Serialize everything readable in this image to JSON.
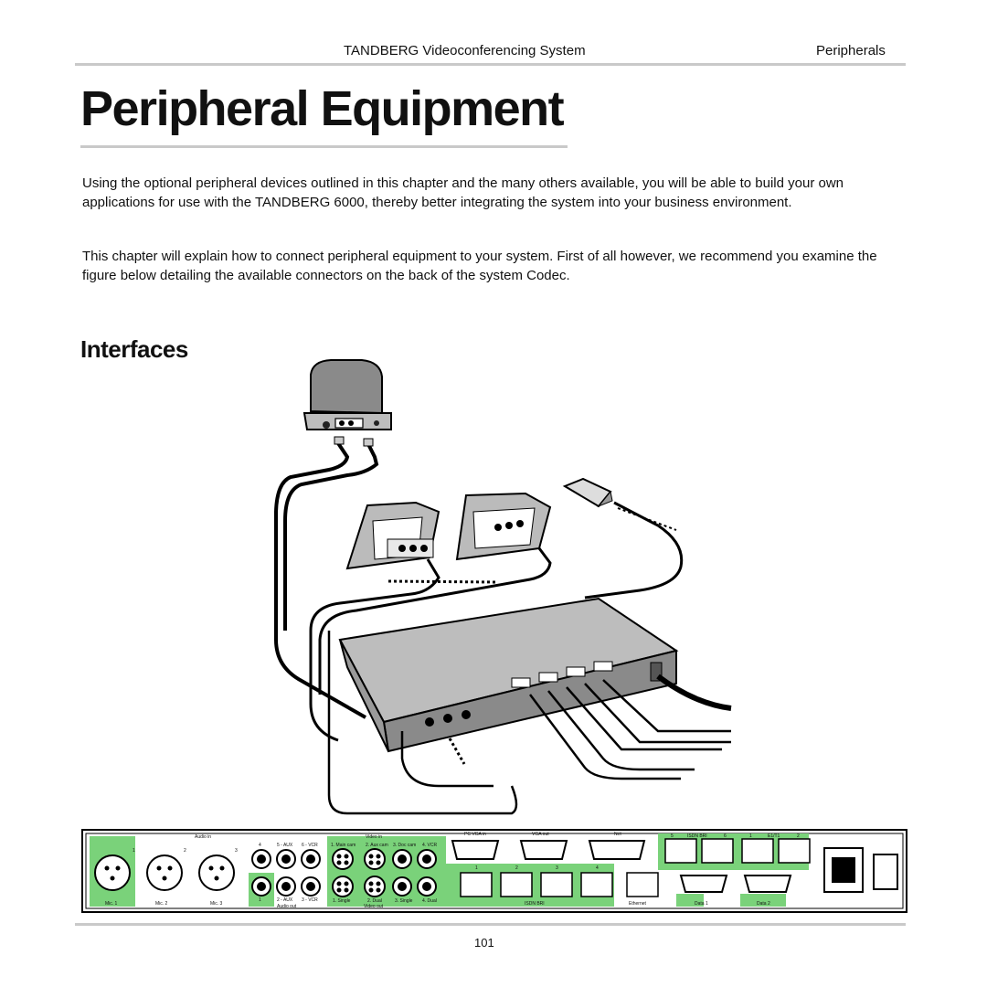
{
  "header": {
    "doc_title": "TANDBERG Videoconferencing System",
    "section_name": "Peripherals"
  },
  "page": {
    "title": "Peripheral Equipment",
    "paragraphs": [
      "Using the optional peripheral devices outlined in this chapter and the many others available, you will be able to build your own applications for use with the TANDBERG 6000, thereby better integrating the system into your business environment.",
      "This chapter will explain how to connect peripheral equipment to your system. First of all however, we recommend you examine the figure below detailing the available connectors on the back of the system Codec."
    ],
    "section_heading": "Interfaces",
    "page_number": "101"
  },
  "figure": {
    "panel_labels": {
      "audio_in": "Audio in",
      "audio_out": "Audio out",
      "video_in": "Video in",
      "video_out": "Video out",
      "pc_vga_in": "PC VGA in",
      "vga_out": "VGA out",
      "net": "Net",
      "isdn_bri_top": "ISDN BRI",
      "e1_t1": "E1/T1",
      "isdn_bri_bottom": "ISDN BRI",
      "ethernet": "Ethernet",
      "data1": "Data 1",
      "data2": "Data 2",
      "mic1": "Mic. 1",
      "mic2": "Mic. 2",
      "mic3": "Mic. 3",
      "n1": "1",
      "n2": "2",
      "n3": "3",
      "aux_in": "5 - AUX",
      "vcr_in": "6 - VCR",
      "n4": "4",
      "aux_out": "2 - AUX",
      "vcr_out": "3 - VCR",
      "n1b": "1",
      "main_cam": "1. Main cam",
      "aux_cam": "2. Aux cam",
      "doc_cam": "3. Doc cam",
      "vcr_cam": "4. VCR",
      "single1": "1. Single",
      "dual2": "2. Dual",
      "single3": "3. Single",
      "dual4": "4. Dual",
      "p1": "1",
      "p2": "2",
      "p3": "3",
      "p4": "4",
      "isdn_n5": "5",
      "isdn_n6": "6",
      "e1_n1": "1",
      "e1_n2": "2"
    }
  },
  "colors": {
    "green_zone": "#7ad27a",
    "rule": "#c9c9c9"
  }
}
